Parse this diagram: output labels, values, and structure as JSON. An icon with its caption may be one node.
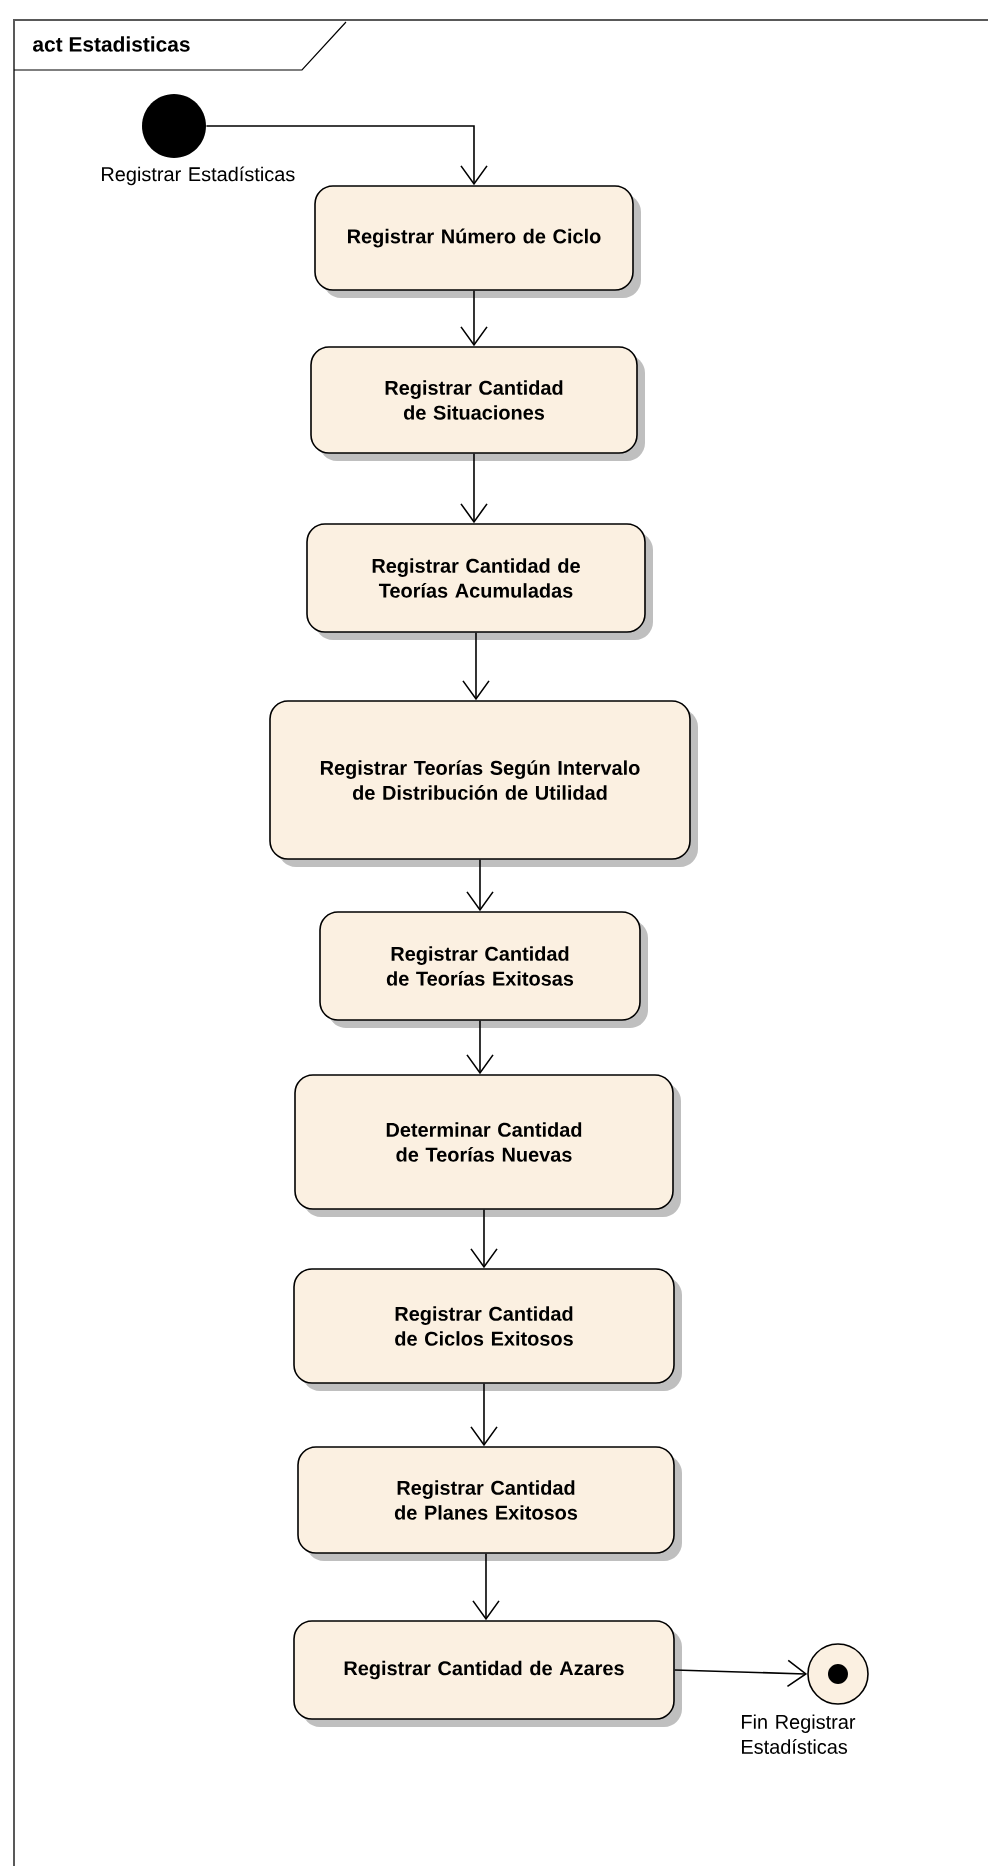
{
  "diagram": {
    "title": "act Estadisticas",
    "nodes": [
      {
        "text": [],
        "shape": "circle",
        "beside": [
          "Registrar Estadísticas"
        ]
      },
      {
        "text": [
          "Registrar Número de Ciclo"
        ]
      },
      {
        "text": [
          "Registrar Cantidad de Situaciones"
        ]
      },
      {
        "text": [
          "Registrar Cantidad de Teorías Acumuladas"
        ]
      },
      {
        "text": [
          "Registrar Teorías Según Intervalo de Distribución de Utilidad"
        ]
      },
      {
        "text": [
          "Registrar Cantidad de Teorías Exitosas"
        ]
      },
      {
        "text": [
          "Determinar Cantidad de Teorías Nuevas"
        ]
      },
      {
        "text": [
          "Registrar Cantidad de Ciclos Exitosos"
        ]
      },
      {
        "text": [
          "Registrar Cantidad de Planes Exitosos"
        ]
      },
      {
        "text": [
          "Registrar Cantidad de Azares"
        ]
      },
      {
        "text": [],
        "shape": "circle",
        "beside": [
          "Fin Registrar Estadísticas"
        ]
      }
    ],
    "edges": [
      {
        "from": 0,
        "to": 1,
        "arrow": "to"
      },
      {
        "from": 1,
        "to": 2,
        "arrow": "to"
      },
      {
        "from": 2,
        "to": 3,
        "arrow": "to"
      },
      {
        "from": 3,
        "to": 4,
        "arrow": "to"
      },
      {
        "from": 4,
        "to": 5,
        "arrow": "to"
      },
      {
        "from": 5,
        "to": 6,
        "arrow": "to"
      },
      {
        "from": 6,
        "to": 7,
        "arrow": "to"
      },
      {
        "from": 7,
        "to": 8,
        "arrow": "to"
      },
      {
        "from": 8,
        "to": 9,
        "arrow": "to"
      },
      {
        "from": 9,
        "to": 10,
        "arrow": "to"
      }
    ]
  }
}
